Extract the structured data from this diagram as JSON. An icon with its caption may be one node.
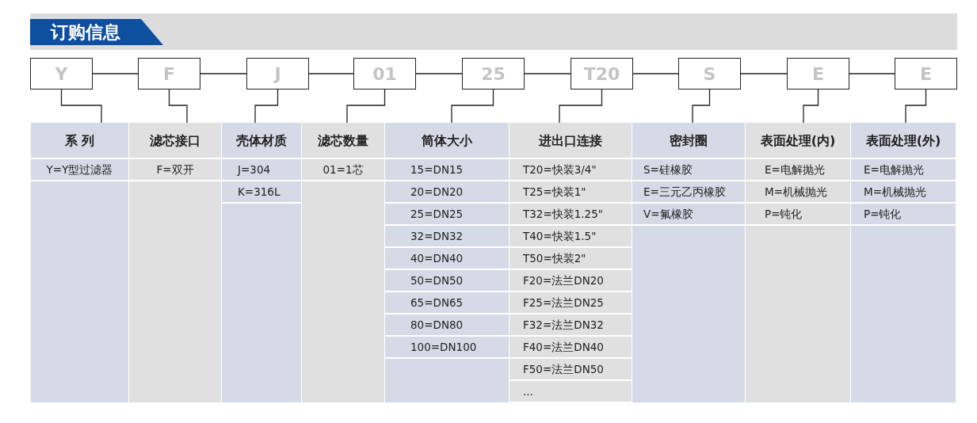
{
  "diagram": {
    "title": "订购信息",
    "nodes": [
      {
        "text": [
          "Y"
        ]
      },
      {
        "text": [
          "F"
        ]
      },
      {
        "text": [
          "J"
        ]
      },
      {
        "text": [
          "01"
        ]
      },
      {
        "text": [
          "25"
        ]
      },
      {
        "text": [
          "T20"
        ]
      },
      {
        "text": [
          "S"
        ]
      },
      {
        "text": [
          "E"
        ]
      },
      {
        "text": [
          "E"
        ]
      },
      {
        "text": [
          "系 列",
          "Y=Y型过滤器"
        ]
      },
      {
        "text": [
          "滤芯接口",
          "F=双开"
        ]
      },
      {
        "text": [
          "壳体材质",
          "J=304",
          "K=316L"
        ]
      },
      {
        "text": [
          "滤芯数量",
          "01=1芯"
        ]
      },
      {
        "text": [
          "筒体大小",
          "15=DN15",
          "20=DN20",
          "25=DN25",
          "32=DN32",
          "40=DN40",
          "50=DN50",
          "65=DN65",
          "80=DN80",
          "100=DN100"
        ]
      },
      {
        "text": [
          "进出口连接",
          "T20=快装3/4\"",
          "T25=快装1\"",
          "T32=快装1.25\"",
          "T40=快装1.5\"",
          "T50=快装2\"",
          "F20=法兰DN20",
          "F25=法兰DN25",
          "F32=法兰DN32",
          "F40=法兰DN40",
          "F50=法兰DN50",
          "..."
        ]
      },
      {
        "text": [
          "密封圈",
          "S=硅橡胶",
          "E=三元乙丙橡胶",
          "V=氟橡胶"
        ]
      },
      {
        "text": [
          "表面处理(内)",
          "E=电解抛光",
          "M=机械抛光",
          "P=钝化"
        ]
      },
      {
        "text": [
          "表面处理(外)",
          "E=电解抛光",
          "M=机械抛光",
          "P=钝化"
        ]
      }
    ],
    "edges": [
      {
        "from": 0,
        "to": 1,
        "arrow": "none"
      },
      {
        "from": 1,
        "to": 2,
        "arrow": "none"
      },
      {
        "from": 2,
        "to": 3,
        "arrow": "none"
      },
      {
        "from": 3,
        "to": 4,
        "arrow": "none"
      },
      {
        "from": 4,
        "to": 5,
        "arrow": "none"
      },
      {
        "from": 5,
        "to": 6,
        "arrow": "none"
      },
      {
        "from": 6,
        "to": 7,
        "arrow": "none"
      },
      {
        "from": 7,
        "to": 8,
        "arrow": "none"
      },
      {
        "from": 0,
        "to": 9,
        "arrow": "none"
      },
      {
        "from": 1,
        "to": 10,
        "arrow": "none"
      },
      {
        "from": 2,
        "to": 11,
        "arrow": "none"
      },
      {
        "from": 3,
        "to": 12,
        "arrow": "none"
      },
      {
        "from": 4,
        "to": 13,
        "arrow": "none"
      },
      {
        "from": 5,
        "to": 14,
        "arrow": "none"
      },
      {
        "from": 6,
        "to": 15,
        "arrow": "none"
      },
      {
        "from": 7,
        "to": 16,
        "arrow": "none"
      },
      {
        "from": 8,
        "to": 17,
        "arrow": "none"
      }
    ]
  }
}
